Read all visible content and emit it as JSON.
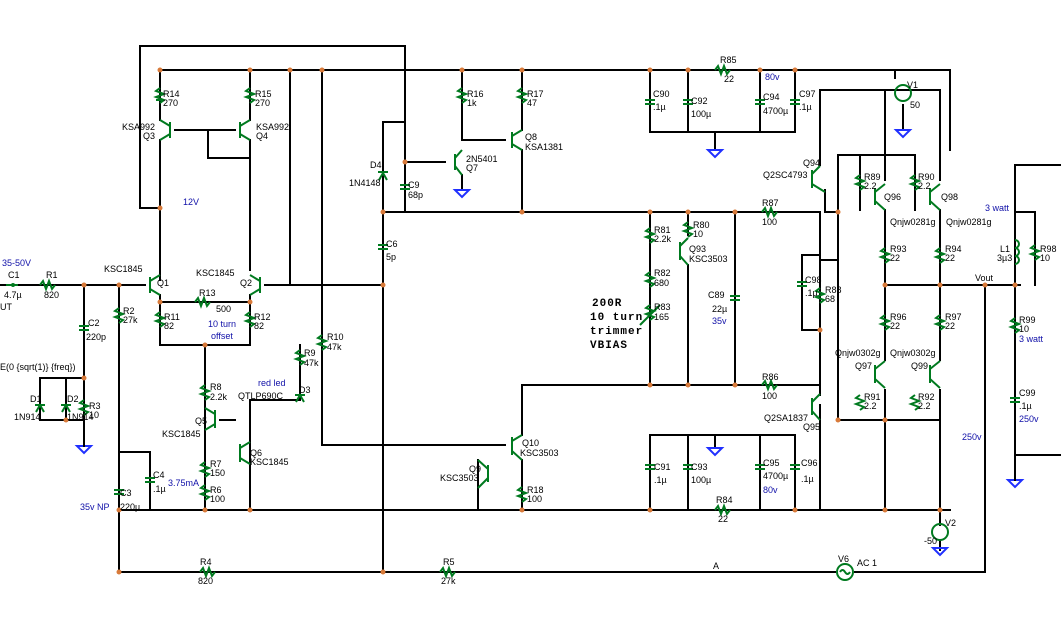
{
  "labels": {
    "r14": "R14",
    "r14v": "270",
    "ksa992a": "KSA992",
    "q3": "Q3",
    "r15": "R15",
    "r15v": "270",
    "ksa992b": "KSA992",
    "q4": "Q4",
    "v12": "12V",
    "r16": "R16",
    "r16v": "1k",
    "r17": "R17",
    "r17v": "47",
    "q8": "Q8",
    "ksa1381": "KSA1381",
    "q7a": "2N5401",
    "q7": "Q7",
    "d4": "D4",
    "d4v": "1N4148",
    "c9": "C9",
    "c9v": "68p",
    "c6": "C6",
    "c6v": "5p",
    "r85": "R85",
    "r85v": "22",
    "c90": "C90",
    "c90v": ".1µ",
    "c92": "C92",
    "c92v": "100µ",
    "c94": "C94",
    "c94v": "4700µ",
    "v80a": "80v",
    "c97": "C97",
    "c97v": ".1µ",
    "v1": "V1",
    "v1v": "50",
    "q94": "Q94",
    "q2sc": "Q2SC4793",
    "r89": "R89",
    "r89v": "2.2",
    "r90": "R90",
    "r90v": "2.2",
    "q96": "Q96",
    "q98": "Q98",
    "qnjw1": "Qnjw0281g",
    "qnjw2": "Qnjw0281g",
    "watt3a": "3 watt",
    "r87": "R87",
    "r87v": "100",
    "r81": "R81",
    "r81v": "2.2k",
    "r80": "R80",
    "r80v": "10",
    "q93": "Q93",
    "ksc3503a": "KSC3503",
    "r82": "R82",
    "r82v": "680",
    "r83": "R83",
    "r83v": "165",
    "trim1": "200R",
    "trim2": "10 turn",
    "trim3": "trimmer",
    "trim4": "VBIAS",
    "c89": "C89",
    "c89v": "22µ",
    "v35": "35v",
    "c98": "C98",
    "c98v": ".1µ",
    "r88": "R88",
    "r88v": "68",
    "r93": "R93",
    "r93v": "22",
    "r94": "R94",
    "r94v": "22",
    "l1": "L1",
    "l1v": "3µ3",
    "r98": "R98",
    "r98v": "10",
    "vout": "Vout",
    "r99": "R99",
    "r99v": "10",
    "watt3b": "3 watt",
    "r96": "R96",
    "r96v": "22",
    "r97": "R97",
    "r97v": "22",
    "qnjw3": "Qnjw0302g",
    "qnjw4": "Qnjw0302g",
    "q97": "Q97",
    "q99": "Q99",
    "r91": "R91",
    "r91v": "2.2",
    "r92": "R92",
    "r92v": "2.2",
    "c99": "C99",
    "c99v": ".1µ",
    "v250a": "250v",
    "v250b": "250v",
    "r86": "R86",
    "r86v": "100",
    "q2sa": "Q2SA1837",
    "q95": "Q95",
    "v3550": "35-50V",
    "c1": "C1",
    "c1v": "4.7µ",
    "ut": "UT",
    "r1": "R1",
    "r1v": "820",
    "ksc1845a": "KSC1845",
    "q1": "Q1",
    "ksc1845b": "KSC1845",
    "q2": "Q2",
    "r13": "R13",
    "r13v": "500",
    "turn10": "10 turn",
    "offset": "offset",
    "r11": "R11",
    "r11v": "82",
    "r12": "R12",
    "r12v": "82",
    "r2": "R2",
    "r2v": "27k",
    "c2": "C2",
    "c2v": "220p",
    "src": "E(0 {sqrt(1)} {freq})",
    "d1": "D1",
    "d1v": "1N914",
    "d2": "D2",
    "d2v": "1N914",
    "r3": "R3",
    "r3v": "10",
    "r10": "R10",
    "r10v": "47k",
    "r9": "R9",
    "r9v": "47k",
    "redled": "red led",
    "d3": "D3",
    "qtlp": "QTLP690C",
    "r8": "R8",
    "r8v": "2.2k",
    "q5": "Q5",
    "ksc1845c": "KSC1845",
    "q6": "Q6",
    "ksc1845d": "KSC1845",
    "r7": "R7",
    "r7v": "150",
    "ma": "3.75mA",
    "r6": "R6",
    "r6v": "100",
    "c4": "C4",
    "c4v": ".1µ",
    "c3": "C3",
    "c3v": "220µ",
    "v35np": "35v NP",
    "q10": "Q10",
    "ksc3503b": "KSC3503",
    "q9": "Q9",
    "ksc3503c": "KSC3503",
    "r18": "R18",
    "r18v": "100",
    "c91": "C91",
    "c91v": ".1µ",
    "c93": "C93",
    "c93v": "100µ",
    "c95": "C95",
    "c95v": "4700µ",
    "v80b": "80v",
    "c96": "C96",
    "c96v": ".1µ",
    "r84": "R84",
    "r84v": "22",
    "v2": "V2",
    "v2v": "-50",
    "r4": "R4",
    "r4v": "820",
    "r5": "R5",
    "r5v": "27k",
    "a": "A",
    "v6": "V6",
    "ac1": "AC 1"
  },
  "icons": [
    "ground-icon",
    "transistor-icon",
    "resistor-icon",
    "capacitor-icon",
    "voltage-source-icon",
    "diode-icon",
    "inductor-icon"
  ]
}
